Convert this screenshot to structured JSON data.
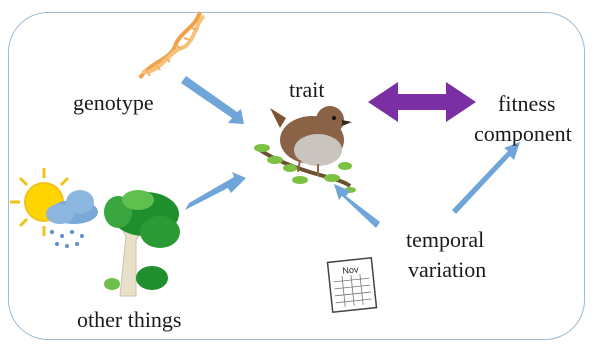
{
  "diagram": {
    "labels": {
      "genotype": "genotype",
      "other_things": "other things",
      "trait": "trait",
      "fitness_line1": "fitness",
      "fitness_line2": "component",
      "temporal_line1": "temporal",
      "temporal_line2": "variation",
      "calendar_month": "Nov"
    },
    "icons": [
      "dna-icon",
      "sun-cloud-rain-icon",
      "tree-icon",
      "bird-on-branch-icon",
      "calendar-icon"
    ],
    "colors": {
      "frame_border": "#9dbad6",
      "arrow_blue": "#6fa5d9",
      "double_arrow_purple": "#7a2fa3",
      "dna_orange": "#f0a24a"
    }
  }
}
